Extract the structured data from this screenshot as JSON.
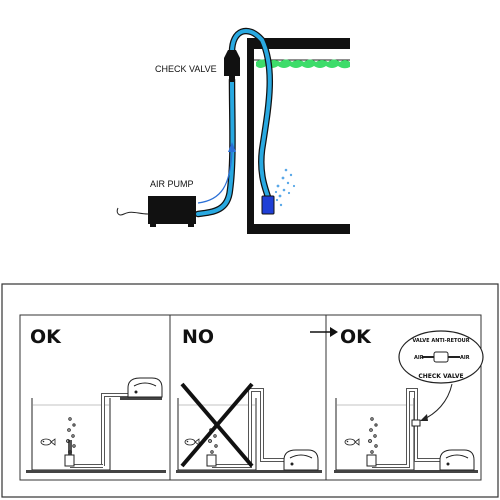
{
  "top_diagram": {
    "check_valve_label": "CHECK VALVE",
    "air_pump_label": "AIR PUMP",
    "tube_color": "#29a9e1",
    "algae_color": "#3ddc6a",
    "stone_color": "#1f3fd6",
    "bubble_color": "#5aa8e8"
  },
  "bottom_panel": {
    "panels": [
      {
        "status": "OK"
      },
      {
        "status": "NO"
      },
      {
        "status": "OK"
      }
    ],
    "callout": {
      "title_fr": "VALVE ANTI-RETOUR",
      "title_en": "CHECK VALVE",
      "left_port": "AIR",
      "right_port": "AIR"
    }
  }
}
